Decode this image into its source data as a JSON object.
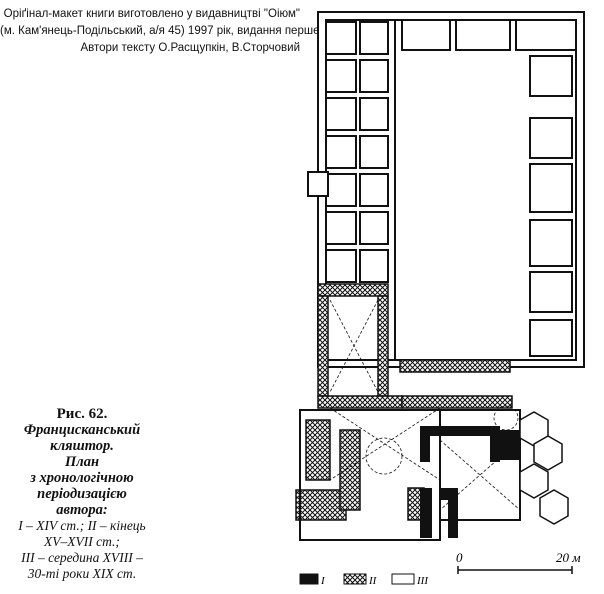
{
  "header": {
    "line1": "Оріґінал-макет книги виготовлено у видавництві \"Оіюм\"",
    "line2": "(м. Кам'янець-Подільський, а/я 45) 1997 рік, видання перше",
    "line3": "Автори тексту О.Расщупкін, В.Сторчовий"
  },
  "caption": {
    "figure": "Рис. 62.",
    "title_1": "Францисканський",
    "title_2": "кляштор.",
    "plan_1": "План",
    "plan_2": "з хронологічною",
    "plan_3": "періодизацією",
    "plan_4": "автора:",
    "period_1": "I – XIV ст.; II – кінець",
    "period_2": "XV–XVII ст.;",
    "period_3": "III – середина XVIII –",
    "period_4": "30-ті роки XIX ст."
  },
  "scale": {
    "start": "0",
    "end": "20 м"
  },
  "legend": [
    {
      "label": "I",
      "pattern": "solid"
    },
    {
      "label": "II",
      "pattern": "crosshatch"
    },
    {
      "label": "III",
      "pattern": "empty"
    }
  ]
}
